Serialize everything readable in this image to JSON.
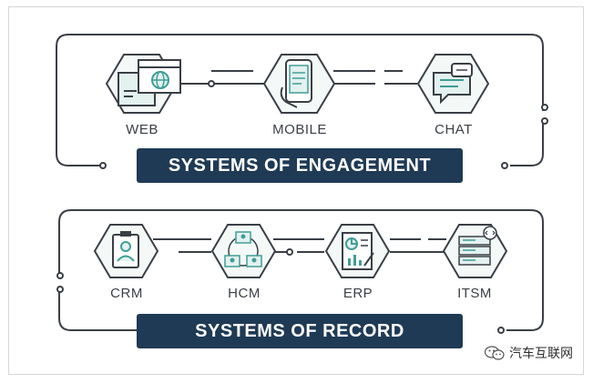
{
  "engagement": {
    "banner": "SYSTEMS OF ENGAGEMENT",
    "nodes": [
      {
        "label": "WEB",
        "icon": "web-browser-icon"
      },
      {
        "label": "MOBILE",
        "icon": "mobile-phone-icon"
      },
      {
        "label": "CHAT",
        "icon": "chat-bubble-icon"
      }
    ]
  },
  "record": {
    "banner": "SYSTEMS OF RECORD",
    "nodes": [
      {
        "label": "CRM",
        "icon": "contact-card-icon"
      },
      {
        "label": "HCM",
        "icon": "people-network-icon"
      },
      {
        "label": "ERP",
        "icon": "report-chart-icon"
      },
      {
        "label": "ITSM",
        "icon": "server-rack-icon"
      }
    ]
  },
  "watermark": {
    "text": "汽车互联网",
    "icon": "wechat-logo-icon"
  },
  "colors": {
    "navy": "#1f3a55",
    "teal_fill": "#e3f1ef",
    "teal_line": "#3f9e96",
    "line": "#3a3f46",
    "hex_fill": "#f4f9f8"
  }
}
